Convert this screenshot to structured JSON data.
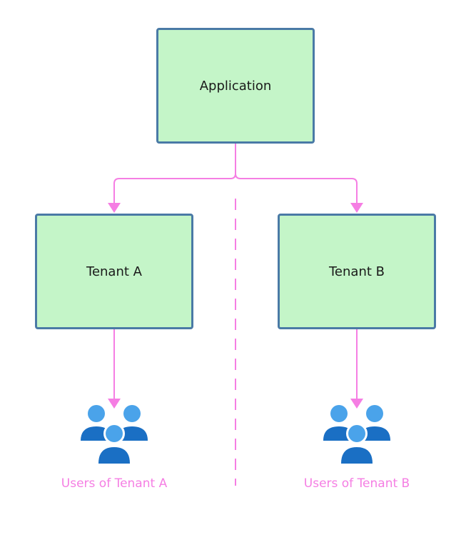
{
  "nodes": {
    "application": "Application",
    "tenant_a": "Tenant A",
    "tenant_b": "Tenant B"
  },
  "users": {
    "tenant_a_label": "Users of Tenant A",
    "tenant_b_label": "Users of Tenant B",
    "icon": "users-group-icon"
  },
  "colors": {
    "node_fill": "#c4f5c8",
    "node_border": "#4a7aa6",
    "connector": "#f57ee3",
    "user_icon_light": "#4aa3ea",
    "user_icon_dark": "#1a6fc4"
  }
}
